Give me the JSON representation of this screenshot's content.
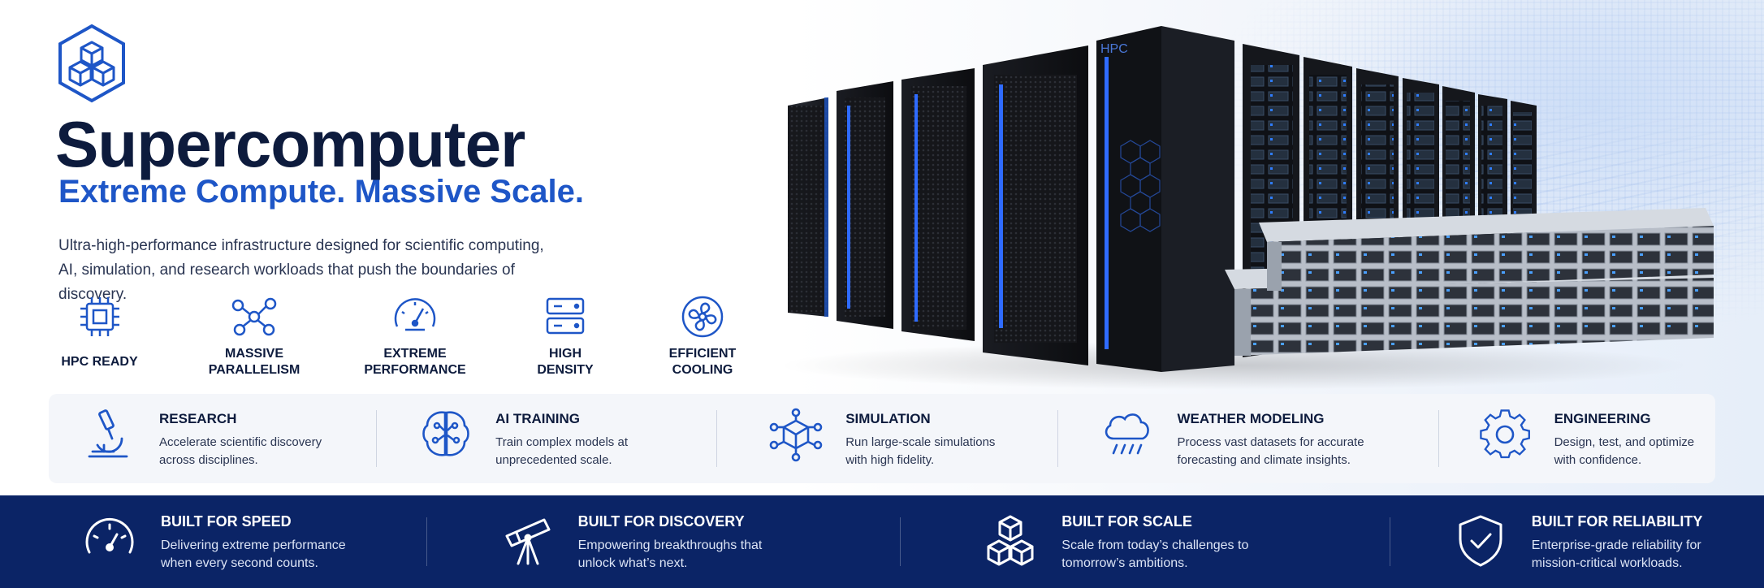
{
  "brand": {
    "title": "Supercomputer",
    "subtitle": "Extreme Compute. Massive Scale.",
    "description_line1": "Ultra-high-performance infrastructure designed for scientific computing,",
    "description_line2": "AI, simulation, and research workloads that push the boundaries of discovery.",
    "rack_label": "HPC",
    "accent_color": "#1e56c7",
    "navy_color": "#0b2466"
  },
  "features": [
    {
      "icon": "cpu-chip-icon",
      "line1": "HPC READY",
      "line2": ""
    },
    {
      "icon": "network-nodes-icon",
      "line1": "MASSIVE",
      "line2": "PARALLELISM"
    },
    {
      "icon": "speedometer-icon",
      "line1": "EXTREME",
      "line2": "PERFORMANCE"
    },
    {
      "icon": "server-stack-icon",
      "line1": "HIGH",
      "line2": "DENSITY"
    },
    {
      "icon": "cooling-fan-icon",
      "line1": "EFFICIENT",
      "line2": "COOLING"
    }
  ],
  "usecases": [
    {
      "icon": "microscope-icon",
      "title": "RESEARCH",
      "line1": "Accelerate scientific discovery",
      "line2": "across disciplines."
    },
    {
      "icon": "ai-brain-icon",
      "title": "AI TRAINING",
      "line1": "Train complex models at",
      "line2": "unprecedented scale."
    },
    {
      "icon": "cube-network-icon",
      "title": "SIMULATION",
      "line1": "Run large-scale simulations",
      "line2": "with high fidelity."
    },
    {
      "icon": "cloud-rain-icon",
      "title": "WEATHER MODELING",
      "line1": "Process vast datasets for accurate",
      "line2": "forecasting and climate insights."
    },
    {
      "icon": "gear-icon",
      "title": "ENGINEERING",
      "line1": "Design, test, and optimize",
      "line2": "with confidence."
    }
  ],
  "benefits": [
    {
      "icon": "speed-gauge-icon",
      "title": "BUILT FOR SPEED",
      "line1": "Delivering extreme performance",
      "line2": "when every second counts."
    },
    {
      "icon": "telescope-icon",
      "title": "BUILT FOR DISCOVERY",
      "line1": "Empowering breakthroughs that",
      "line2": "unlock what’s next."
    },
    {
      "icon": "cubes-icon",
      "title": "BUILT FOR SCALE",
      "line1": "Scale from today’s challenges to",
      "line2": "tomorrow’s ambitions."
    },
    {
      "icon": "shield-check-icon",
      "title": "BUILT FOR RELIABILITY",
      "line1": "Enterprise-grade reliability for",
      "line2": "mission-critical workloads."
    }
  ]
}
